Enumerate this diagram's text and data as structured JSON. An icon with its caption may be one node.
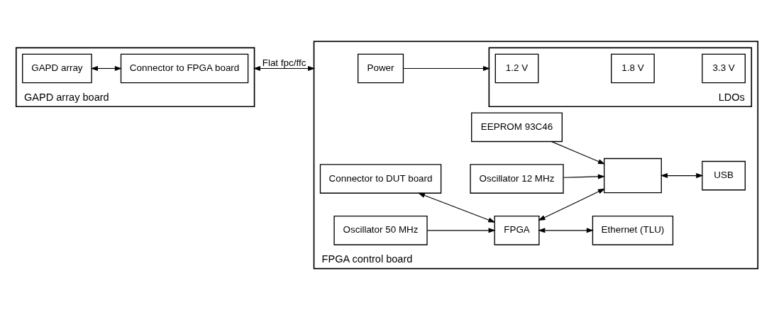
{
  "diagram": {
    "nodes": [
      {
        "text": [
          "GAPD array board"
        ]
      },
      {
        "text": [
          "GAPD array"
        ],
        "in": 0
      },
      {
        "text": [
          "Connector to FPGA board"
        ],
        "in": 0
      },
      {
        "text": [
          "FPGA control board"
        ]
      },
      {
        "text": [
          "Power"
        ],
        "in": 3
      },
      {
        "text": [
          "LDOs"
        ],
        "in": 3
      },
      {
        "text": [
          "1.2 V"
        ],
        "in": 5
      },
      {
        "text": [
          "1.8 V"
        ],
        "in": 5
      },
      {
        "text": [
          "3.3 V"
        ],
        "in": 5
      },
      {
        "text": [
          "Oscillator 50 MHz"
        ],
        "in": 3
      },
      {
        "text": [
          "Oscillator 12 MHz"
        ],
        "in": 3
      },
      {
        "text": [
          "Connector to DUT board"
        ],
        "in": 3
      },
      {
        "text": [
          "FPGA"
        ],
        "in": 3
      },
      {
        "text": [],
        "shape": "box",
        "in": 3
      },
      {
        "text": [
          "USB"
        ],
        "in": 3
      },
      {
        "text": [
          "EEPROM 93C46"
        ],
        "in": 3
      },
      {
        "text": [
          "Ethernet (TLU)"
        ],
        "in": 3
      }
    ],
    "edges": [
      {
        "from": 1,
        "to": 2,
        "arrow": "both"
      },
      {
        "from": 0,
        "to": 3,
        "arrow": "both",
        "label": "Flat fpc/ffc"
      },
      {
        "from": 4,
        "to": 5,
        "arrow": "to"
      },
      {
        "from": 11,
        "to": 12,
        "arrow": "both"
      },
      {
        "from": 9,
        "to": 12,
        "arrow": "to"
      },
      {
        "from": 12,
        "to": 13,
        "arrow": "both"
      },
      {
        "from": 10,
        "to": 13,
        "arrow": "to"
      },
      {
        "from": 13,
        "to": 14,
        "arrow": "both"
      },
      {
        "from": 15,
        "to": 13,
        "arrow": "to"
      },
      {
        "from": 12,
        "to": 16,
        "arrow": "both"
      }
    ]
  }
}
